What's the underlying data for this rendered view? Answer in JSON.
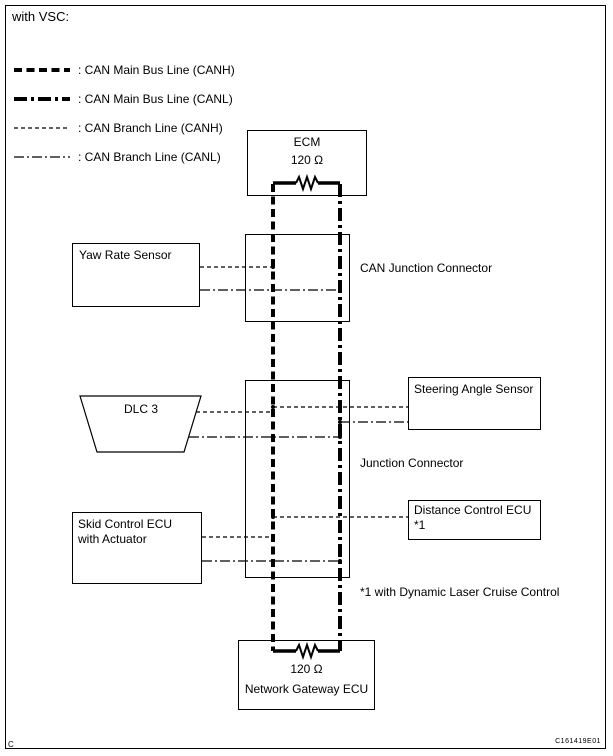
{
  "title": "with VSC:",
  "legend": {
    "items": [
      {
        "label": ": CAN Main Bus Line (CANH)"
      },
      {
        "label": ": CAN Main Bus Line (CANL)"
      },
      {
        "label": ": CAN Branch Line (CANH)"
      },
      {
        "label": ": CAN Branch Line (CANL)"
      }
    ]
  },
  "nodes": {
    "ecm": {
      "label": "ECM",
      "resistance": "120 Ω"
    },
    "can_junction_connector": {
      "label": "CAN Junction Connector"
    },
    "yaw_rate_sensor": {
      "label": "Yaw Rate Sensor"
    },
    "dlc3": {
      "label": "DLC 3"
    },
    "steering_angle_sensor": {
      "label": "Steering Angle Sensor"
    },
    "junction_connector": {
      "label": "Junction Connector"
    },
    "skid_control_ecu": {
      "line1": "Skid Control ECU",
      "line2": "with Actuator"
    },
    "distance_control_ecu": {
      "label": "Distance Control ECU",
      "note_ref": "*1"
    },
    "network_gateway_ecu": {
      "label": "Network Gateway ECU",
      "resistance": "120 Ω"
    }
  },
  "footnote": "*1 with Dynamic Laser Cruise Control",
  "footer": {
    "left": "C",
    "right": "C161419E01"
  }
}
